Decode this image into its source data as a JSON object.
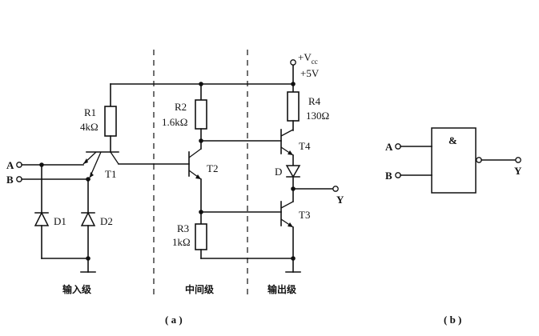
{
  "inputs": {
    "a": "A",
    "b": "B"
  },
  "output": "Y",
  "supply": {
    "vcc": "+V",
    "vcc_sub": "cc",
    "voltage": "+5V"
  },
  "resistors": {
    "r1": {
      "name": "R1",
      "value": "4kΩ"
    },
    "r2": {
      "name": "R2",
      "value": "1.6kΩ"
    },
    "r3": {
      "name": "R3",
      "value": "1kΩ"
    },
    "r4": {
      "name": "R4",
      "value": "130Ω"
    }
  },
  "transistors": {
    "t1": "T1",
    "t2": "T2",
    "t3": "T3",
    "t4": "T4"
  },
  "diodes": {
    "d": "D",
    "d1": "D1",
    "d2": "D2"
  },
  "stages": {
    "input": "输入级",
    "middle": "中间级",
    "output": "输出级"
  },
  "gate": {
    "symbol": "&",
    "a": "A",
    "b": "B",
    "y": "Y"
  },
  "captions": {
    "a": "( a )",
    "b": "( b )"
  }
}
